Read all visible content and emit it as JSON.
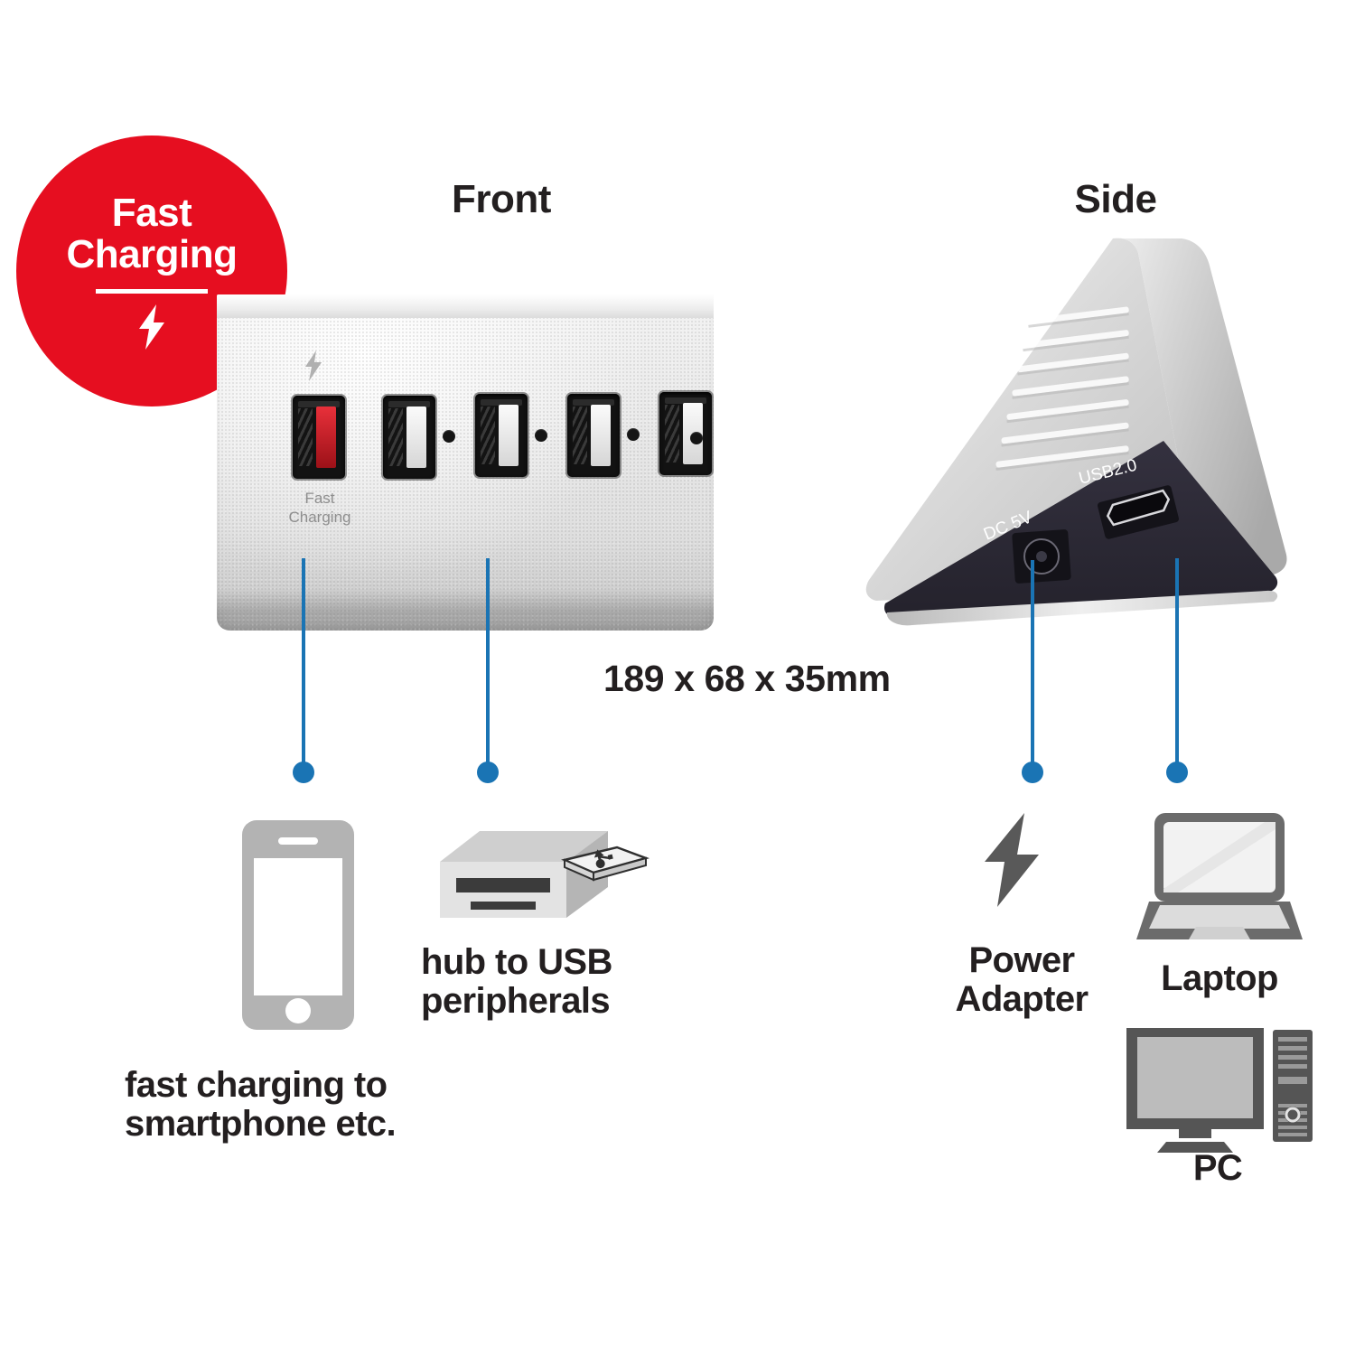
{
  "page": {
    "background": "#ffffff",
    "colors": {
      "red": "#e60e20",
      "blue": "#1a74b4",
      "text": "#231f20",
      "icon_gray": "#b3b3b3",
      "icon_dark_gray": "#595959",
      "port_label_gray": "#8e8e8e"
    }
  },
  "views": {
    "front": {
      "title": "Front"
    },
    "side": {
      "title": "Side"
    }
  },
  "badge": {
    "line1": "Fast",
    "line2": "Charging",
    "icon": "lightning-bolt-icon"
  },
  "front_unit": {
    "fast_port_label": "Fast\nCharging",
    "bolt_icon": "lightning-bolt-icon",
    "ports": [
      {
        "type": "usb-a",
        "fast_charging": true,
        "color": "#c4141d",
        "has_led": false
      },
      {
        "type": "usb-a",
        "fast_charging": false,
        "color": "#ededed",
        "has_led": true
      },
      {
        "type": "usb-a",
        "fast_charging": false,
        "color": "#ededed",
        "has_led": true
      },
      {
        "type": "usb-a",
        "fast_charging": false,
        "color": "#ededed",
        "has_led": true
      },
      {
        "type": "usb-a",
        "fast_charging": false,
        "color": "#ededed",
        "has_led": true
      }
    ]
  },
  "side_unit": {
    "dc_label": "DC 5V",
    "usb_label": "USB2.0",
    "dc_icon": "dc-barrel-jack-icon",
    "usb_icon": "micro-usb-port-icon"
  },
  "dimensions": {
    "text": "189 x 68 x 35mm"
  },
  "callouts": [
    {
      "id": "smartphone",
      "icon": "smartphone-icon",
      "label": "fast charging to\nsmartphone etc.",
      "source": "fast-charging-port"
    },
    {
      "id": "usb-peripherals",
      "icon": "usb-flash-drive-icon",
      "label": "hub to USB\nperipherals",
      "source": "usb-a-ports"
    },
    {
      "id": "power-adapter",
      "icon": "lightning-bolt-icon",
      "label": "Power\nAdapter",
      "source": "dc-5v-jack"
    },
    {
      "id": "laptop",
      "icon": "laptop-icon",
      "label": "Laptop",
      "source": "usb2-upstream-port"
    },
    {
      "id": "pc",
      "icon": "desktop-pc-icon",
      "label": "PC",
      "source": "usb2-upstream-port"
    }
  ]
}
